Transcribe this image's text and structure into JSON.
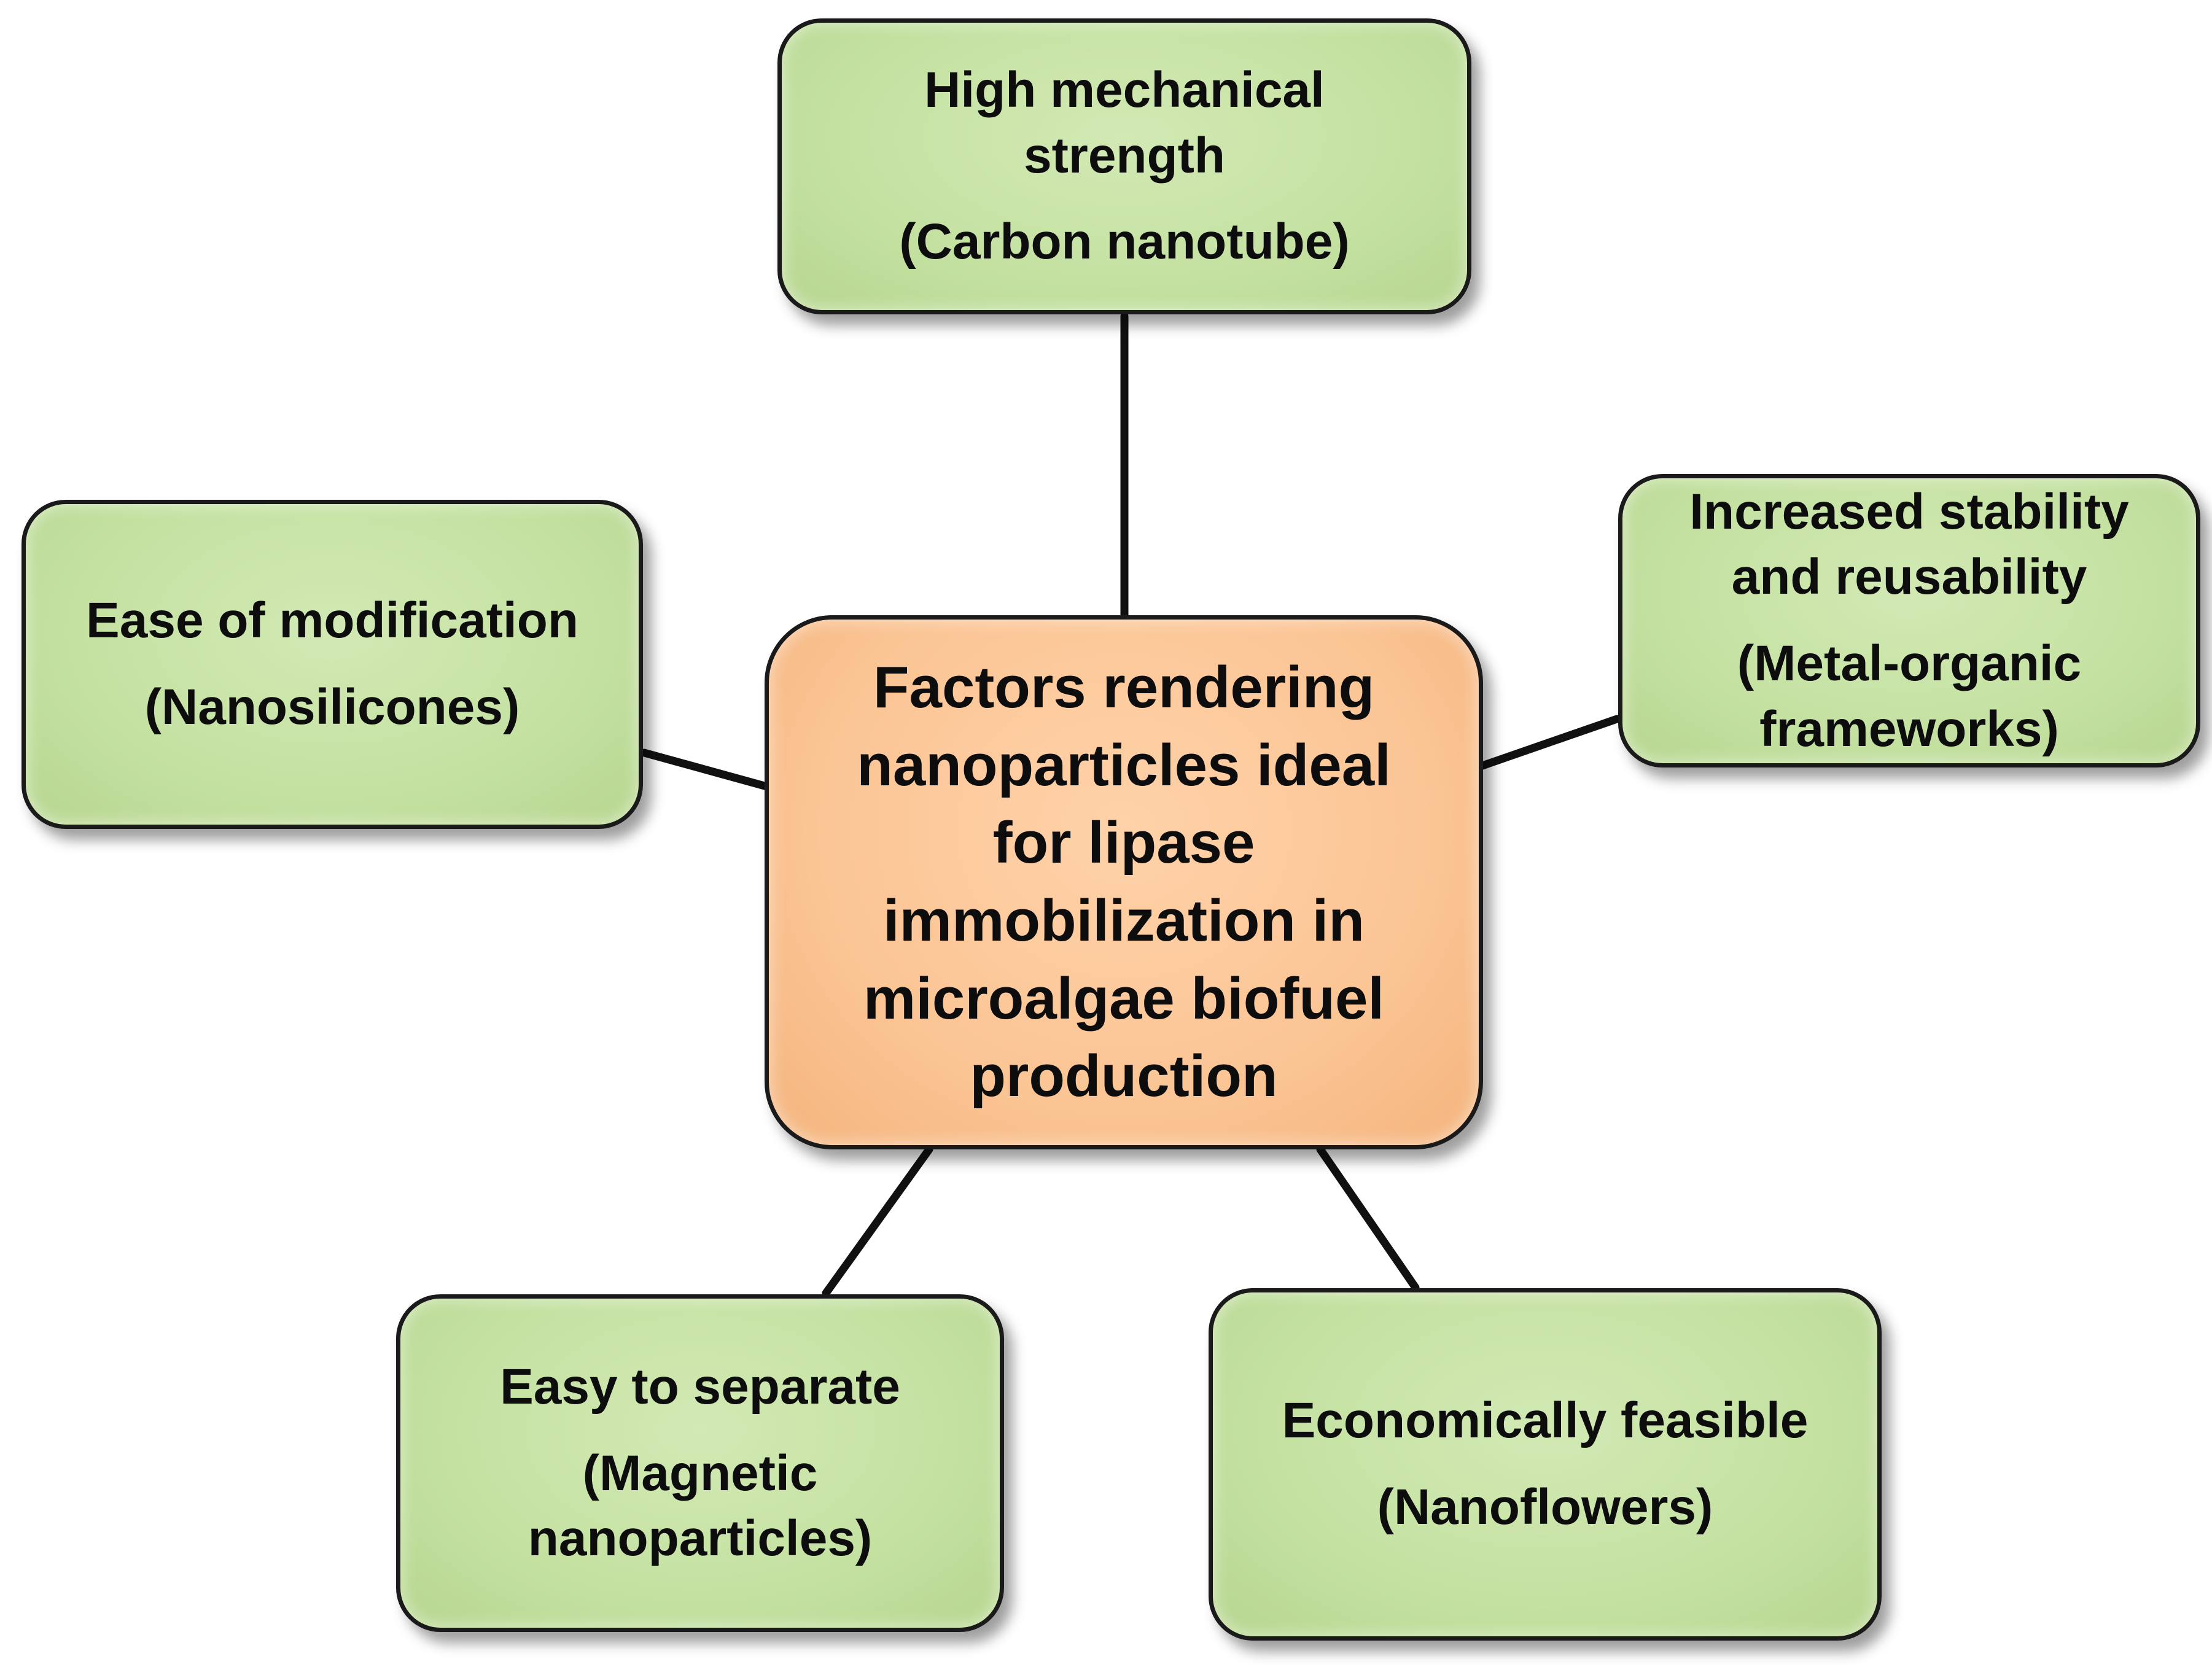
{
  "center": {
    "lines": [
      "Factors rendering",
      "nanoparticles ideal",
      "for lipase",
      "immobilization in",
      "microalgae biofuel",
      "production"
    ]
  },
  "nodes": {
    "top": {
      "title_lines": [
        "High mechanical",
        "strength"
      ],
      "example_lines": [
        "(Carbon nanotube)"
      ]
    },
    "left": {
      "title_lines": [
        "Ease of modification"
      ],
      "example_lines": [
        "(Nanosilicones)"
      ]
    },
    "right": {
      "title_lines": [
        "Increased stability",
        "and reusability"
      ],
      "example_lines": [
        "(Metal-organic",
        "frameworks)"
      ]
    },
    "bottom_left": {
      "title_lines": [
        "Easy to separate"
      ],
      "example_lines": [
        "(Magnetic",
        "nanoparticles)"
      ]
    },
    "bottom_right": {
      "title_lines": [
        "Economically feasible"
      ],
      "example_lines": [
        "(Nanoflowers)"
      ]
    }
  },
  "colors": {
    "center_fill": "#fbc595",
    "node_fill": "#c4e1a1",
    "border": "#1a1a1a",
    "connector": "#111111"
  }
}
